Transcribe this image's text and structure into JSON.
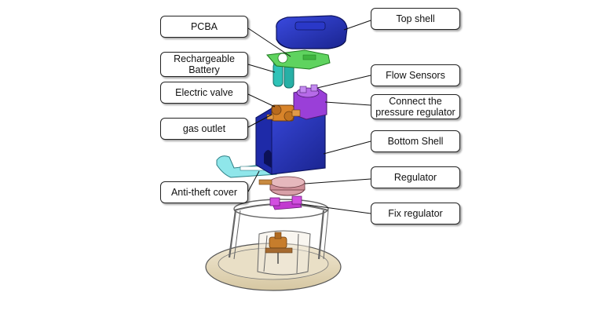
{
  "labels": {
    "top_shell": "Top shell",
    "pcba": "PCBA",
    "battery": "Rechargeable\nBattery",
    "flow_sensors": "Flow Sensors",
    "electric_valve": "Electric valve",
    "pressure_regulator": "Connect the\npressure regulator",
    "gas_outlet": "gas outlet",
    "bottom_shell": "Bottom Shell",
    "regulator": "Regulator",
    "anti_theft": "Anti-theft cover",
    "fix_regulator": "Fix regulator"
  },
  "colors": {
    "shell_blue": "#2433c4",
    "pcb_green": "#5fd35f",
    "battery_teal": "#2fc3b8",
    "sensor_purple": "#9a3fd8",
    "valve_orange": "#d8842a",
    "cover_cyan": "#8fe6ea",
    "regulator_pink": "#d8a0a8",
    "fixer_magenta": "#c23ad0",
    "base_beige": "#e8dcc0"
  }
}
